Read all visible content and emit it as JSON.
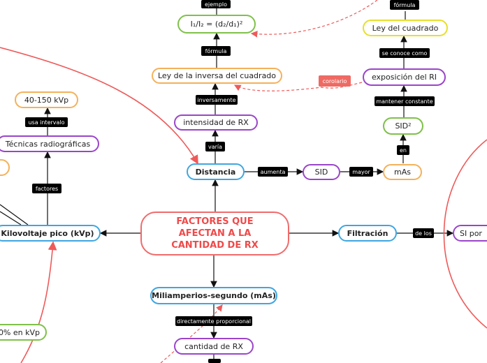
{
  "central": {
    "line1": "FACTORES QUE",
    "line2": "AFECTAN A LA",
    "line3": "CANTIDAD DE RX"
  },
  "nodes": {
    "distancia": "Distancia",
    "intensidad": "intensidad de RX",
    "ley_inversa": "Ley de la inversa del cuadrado",
    "formula_inv": "I₁/I₂ = (d₂/d₁)²",
    "sid": "SID",
    "mas_small": "mAs",
    "sid2": "SID²",
    "exposicion": "exposición del RI",
    "ley_cuadrado": "Ley del cuadrado",
    "kvp": "Kilovoltaje pico (kVp)",
    "tecnicas": "Técnicas radiográficas",
    "rango": "40-150 kVp",
    "pct_kvp": "0% en kVp",
    "filtracion": "Filtración",
    "si_por": "SI por",
    "miliamperios": "Miliamperios-segundo (mAs)",
    "cantidad": "cantidad de RX"
  },
  "tags": {
    "ejemplo": "ejemplo",
    "formula1": "fórmula",
    "inversamente": "inversamente",
    "varia": "varía",
    "aumenta": "aumenta",
    "mayor": "mayor",
    "en": "en",
    "mantener": "mantener constante",
    "se_conoce": "se conoce como",
    "formula2": "fórmula",
    "corolario": "corolario",
    "usa_intervalo": "usa intervalo",
    "factores": "factores",
    "de_los": "de los",
    "directamente": "directamente proporcional"
  },
  "colors": {
    "blue": "#3ea6e0",
    "orange": "#f4b15a",
    "purple": "#9a45c9",
    "green": "#7fc04a",
    "red": "#ee5a5a",
    "yellow": "#e8df2a"
  }
}
